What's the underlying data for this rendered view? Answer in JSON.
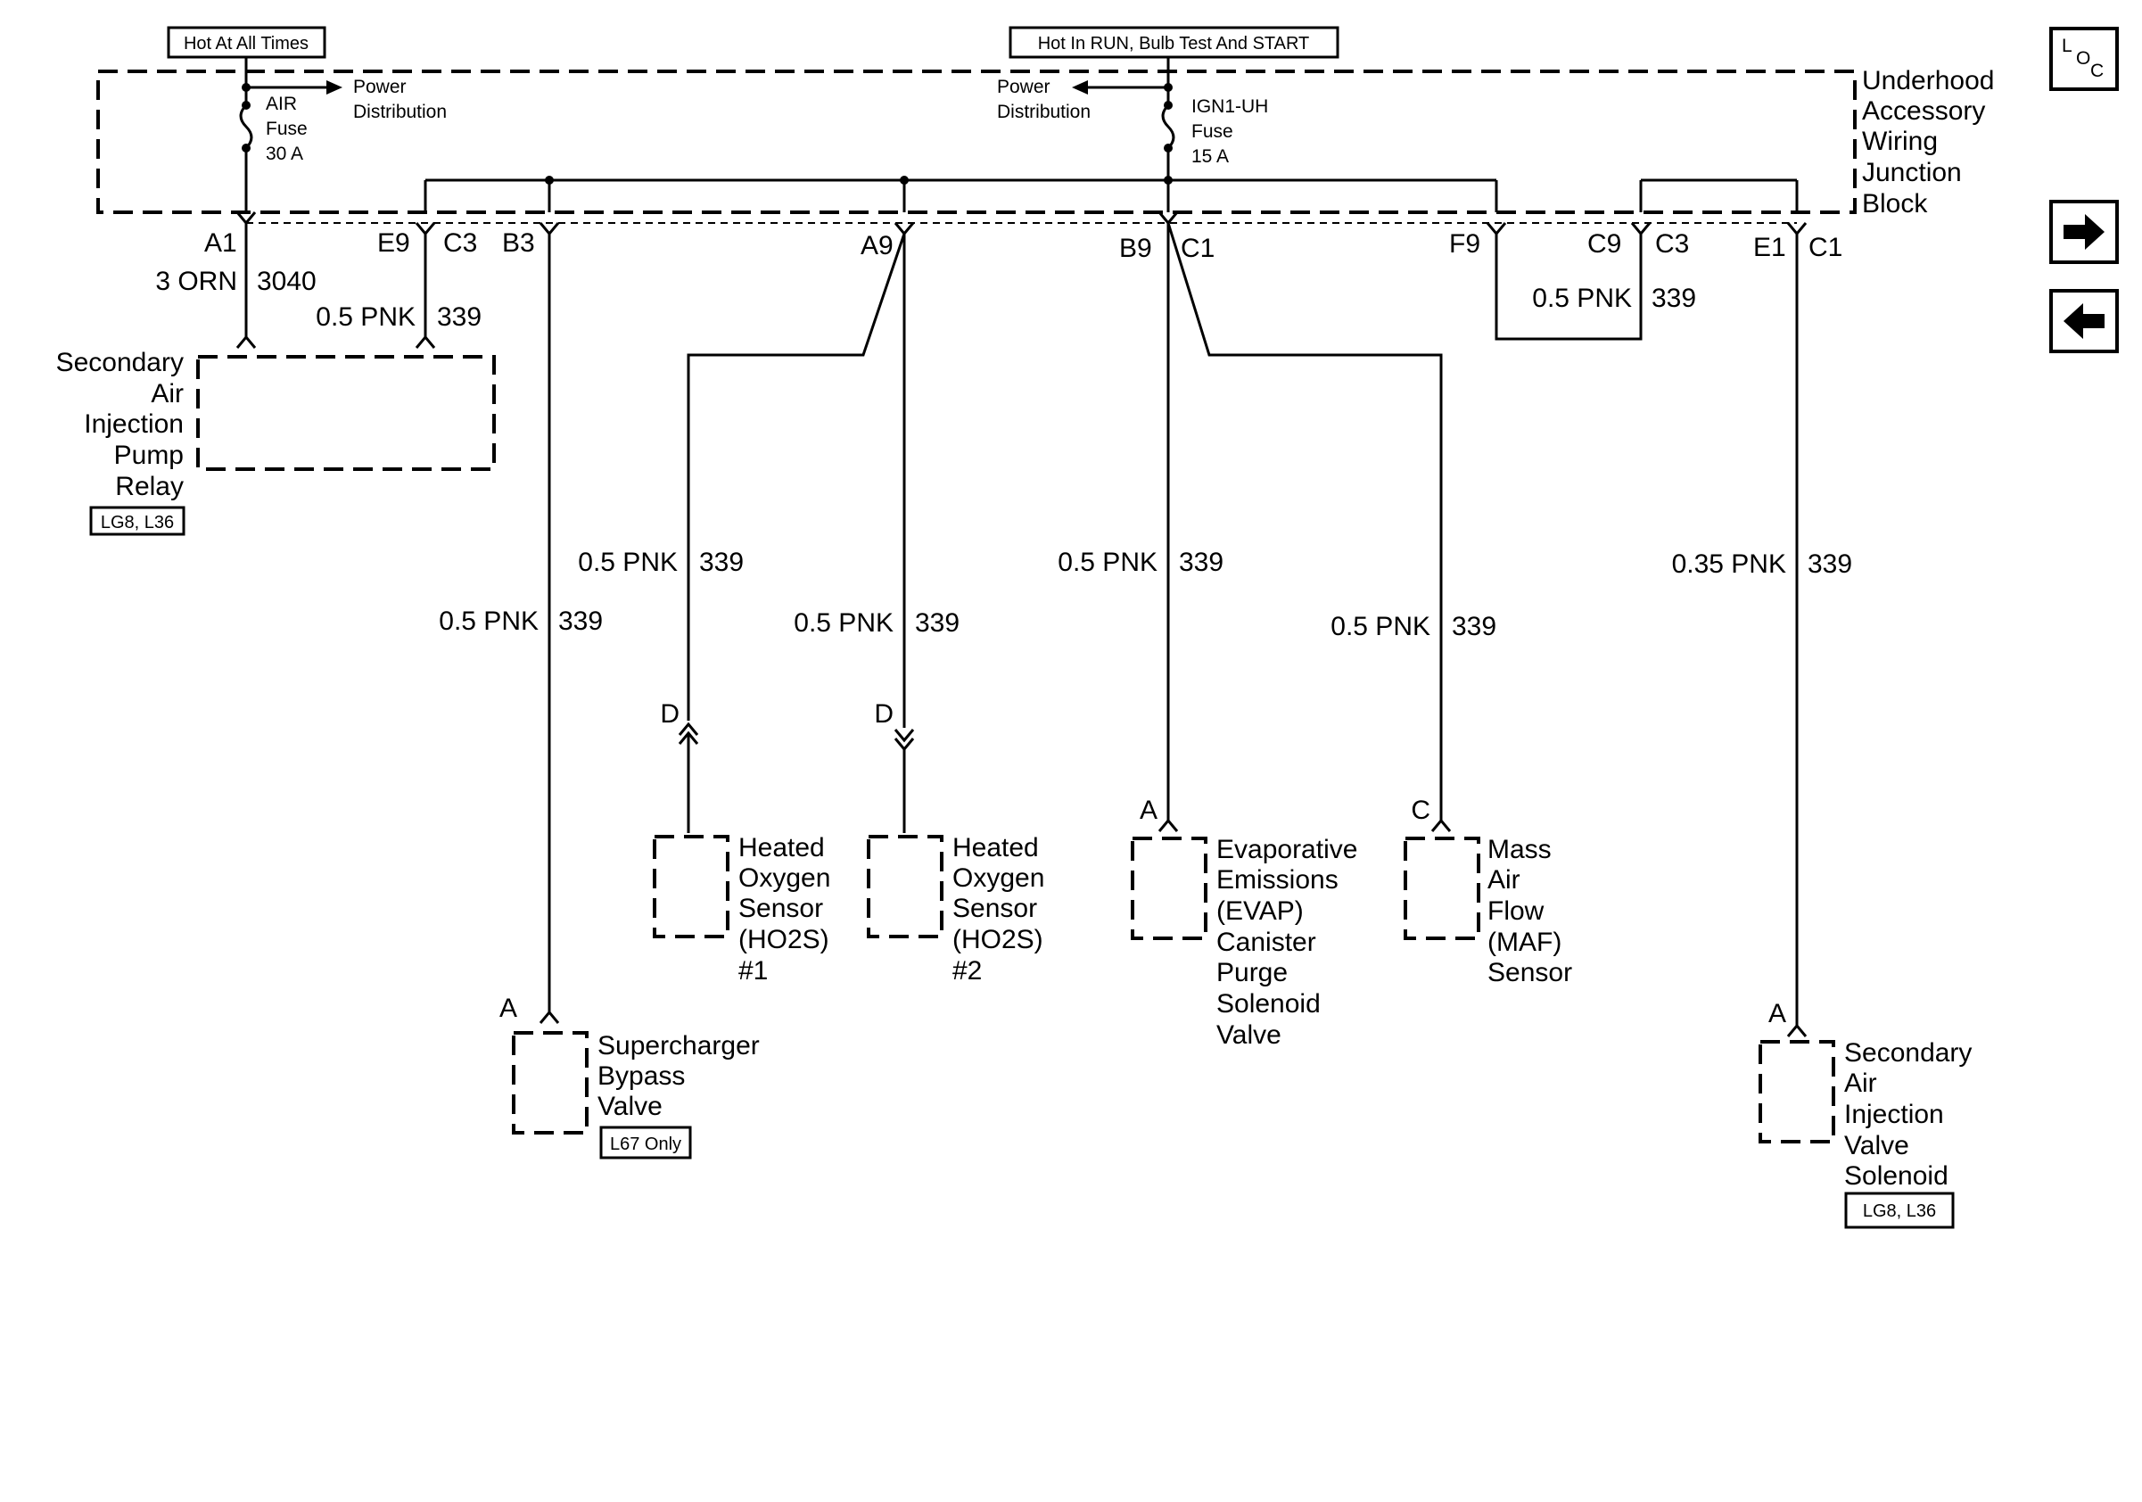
{
  "power_sources": {
    "hot_at_all_times": "Hot At All Times",
    "hot_in_run": "Hot In RUN, Bulb Test And START"
  },
  "junction_block": {
    "label_lines": [
      "Underhood",
      "Accessory",
      "Wiring",
      "Junction",
      "Block"
    ],
    "air_fuse": [
      "AIR",
      "Fuse",
      "30 A"
    ],
    "ign_fuse": [
      "IGN1-UH",
      "Fuse",
      "15 A"
    ],
    "power_distribution_left": [
      "Power",
      "Distribution"
    ],
    "power_distribution_right": [
      "Power",
      "Distribution"
    ]
  },
  "nav": {
    "loc_label": "LOC",
    "next_label": "➡",
    "prev_label": "⬅"
  },
  "pins": {
    "a1": "A1",
    "e9": "E9",
    "c3_left": "C3",
    "b3": "B3",
    "a9": "A9",
    "b9": "B9",
    "c1_mid": "C1",
    "f9": "F9",
    "c9": "C9",
    "c3_right": "C3",
    "e1": "E1",
    "c1_right": "C1"
  },
  "wires": {
    "w_a1": {
      "color": "3 ORN",
      "circuit": "3040"
    },
    "w_e9": {
      "color": "0.5 PNK",
      "circuit": "339"
    },
    "w_b3": {
      "color": "0.5 PNK",
      "circuit": "339"
    },
    "w_ho2s1": {
      "color": "0.5 PNK",
      "circuit": "339"
    },
    "w_ho2s2": {
      "color": "0.5 PNK",
      "circuit": "339"
    },
    "w_evap": {
      "color": "0.5 PNK",
      "circuit": "339"
    },
    "w_maf": {
      "color": "0.5 PNK",
      "circuit": "339"
    },
    "w_f9": {
      "color": "0.5 PNK",
      "circuit": "339"
    },
    "w_e1": {
      "color": "0.35 PNK",
      "circuit": "339"
    }
  },
  "components": {
    "air_pump_relay": {
      "lines": [
        "Secondary",
        "Air",
        "Injection",
        "Pump",
        "Relay"
      ],
      "note": "LG8, L36"
    },
    "supercharger_valve": {
      "lines": [
        "Supercharger",
        "Bypass",
        "Valve"
      ],
      "note": "L67 Only",
      "pin": "A"
    },
    "ho2s1": {
      "lines": [
        "Heated",
        "Oxygen",
        "Sensor",
        "(HO2S)",
        "#1"
      ],
      "pin": "D"
    },
    "ho2s2": {
      "lines": [
        "Heated",
        "Oxygen",
        "Sensor",
        "(HO2S)",
        "#2"
      ],
      "pin": "D"
    },
    "evap": {
      "lines": [
        "Evaporative",
        "Emissions",
        "(EVAP)",
        "Canister",
        "Purge",
        "Solenoid",
        "Valve"
      ],
      "pin": "A"
    },
    "maf": {
      "lines": [
        "Mass",
        "Air",
        "Flow",
        "(MAF)",
        "Sensor"
      ],
      "pin": "C"
    },
    "air_valve_solenoid": {
      "lines": [
        "Secondary",
        "Air",
        "Injection",
        "Valve",
        "Solenoid"
      ],
      "note": "LG8, L36",
      "pin": "A"
    }
  }
}
